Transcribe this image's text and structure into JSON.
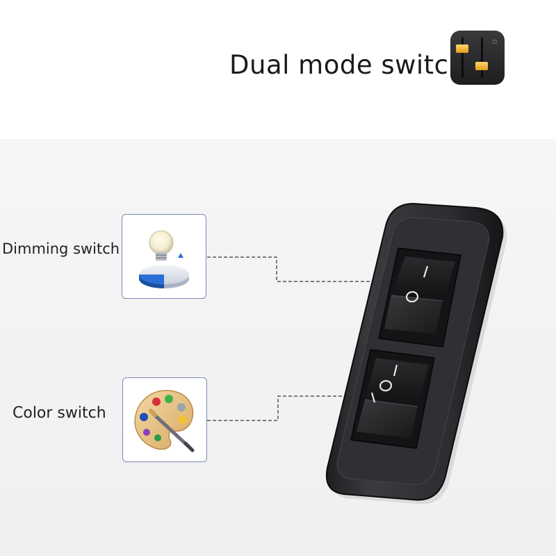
{
  "title": {
    "text": "Dual mode switch",
    "icon": "equalizer-sliders-icon"
  },
  "features": [
    {
      "label": "Dimming switch",
      "icon": "lightbulb-dimmer-icon"
    },
    {
      "label": "Color switch",
      "icon": "paint-palette-icon"
    }
  ],
  "device": {
    "type": "dual-rocker-switch",
    "rocker_marks": [
      "I",
      "O"
    ],
    "colors": {
      "housing": "#2e2f31",
      "rocker": "#1c1c1e",
      "mark": "#e8e8e8"
    }
  },
  "colors": {
    "box_border": "#7a89b8",
    "connector": "#555555",
    "accent_gold": "#f2b632",
    "accent_blue": "#2a6fd6"
  }
}
